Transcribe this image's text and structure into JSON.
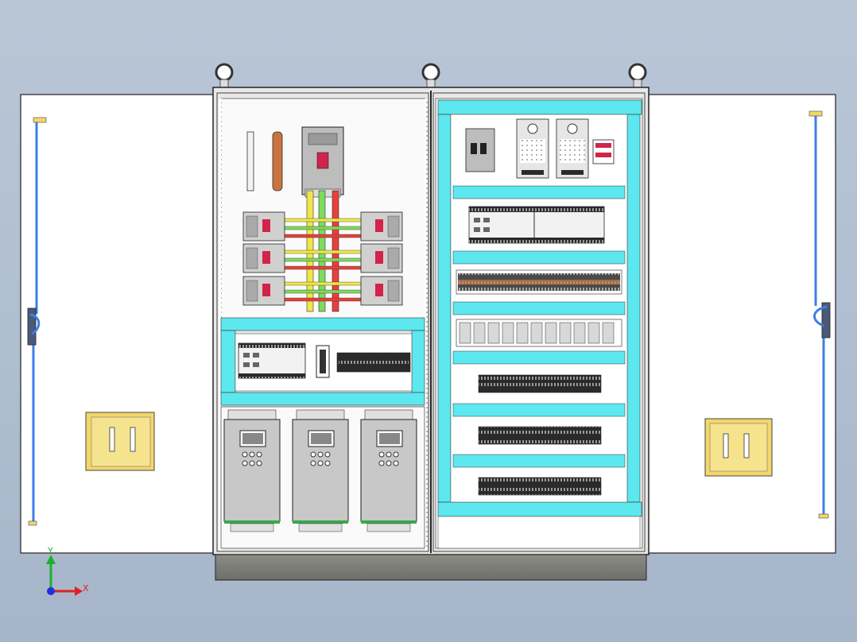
{
  "colors": {
    "background": "#b0bfd2",
    "door": "#ffffff",
    "cabinet_frame": "#e6e6e6",
    "cyan_rail": "#5ce8ee",
    "handle_blue": "#3d7fe6",
    "lock_yellow": "#f2d76a",
    "busbar_yellow": "#f2e64a",
    "busbar_green": "#7ddc5a",
    "busbar_red": "#e8403a",
    "plinth": "#7d7d78",
    "drive_grey": "#c8c8c8",
    "axis_x": "#e02020",
    "axis_y": "#1fae2f",
    "axis_z": "#2030e0"
  },
  "axes": {
    "x_label": "X",
    "y_label": "Y"
  },
  "icons": {
    "lifting_eye": "lifting-eye-icon",
    "door_handle": "door-handle-icon",
    "door_lock": "door-lock-icon",
    "vfd": "vfd-drive-icon",
    "breaker": "breaker-icon",
    "plc": "plc-module-icon",
    "relay": "relay-icon",
    "terminal": "terminal-block-icon",
    "psu": "power-supply-icon"
  },
  "counts": {
    "vfd_drives": 3,
    "left_breakers_per_side": 3,
    "relay_rows": 2,
    "terminal_strips": 3,
    "psu_units": 2
  }
}
